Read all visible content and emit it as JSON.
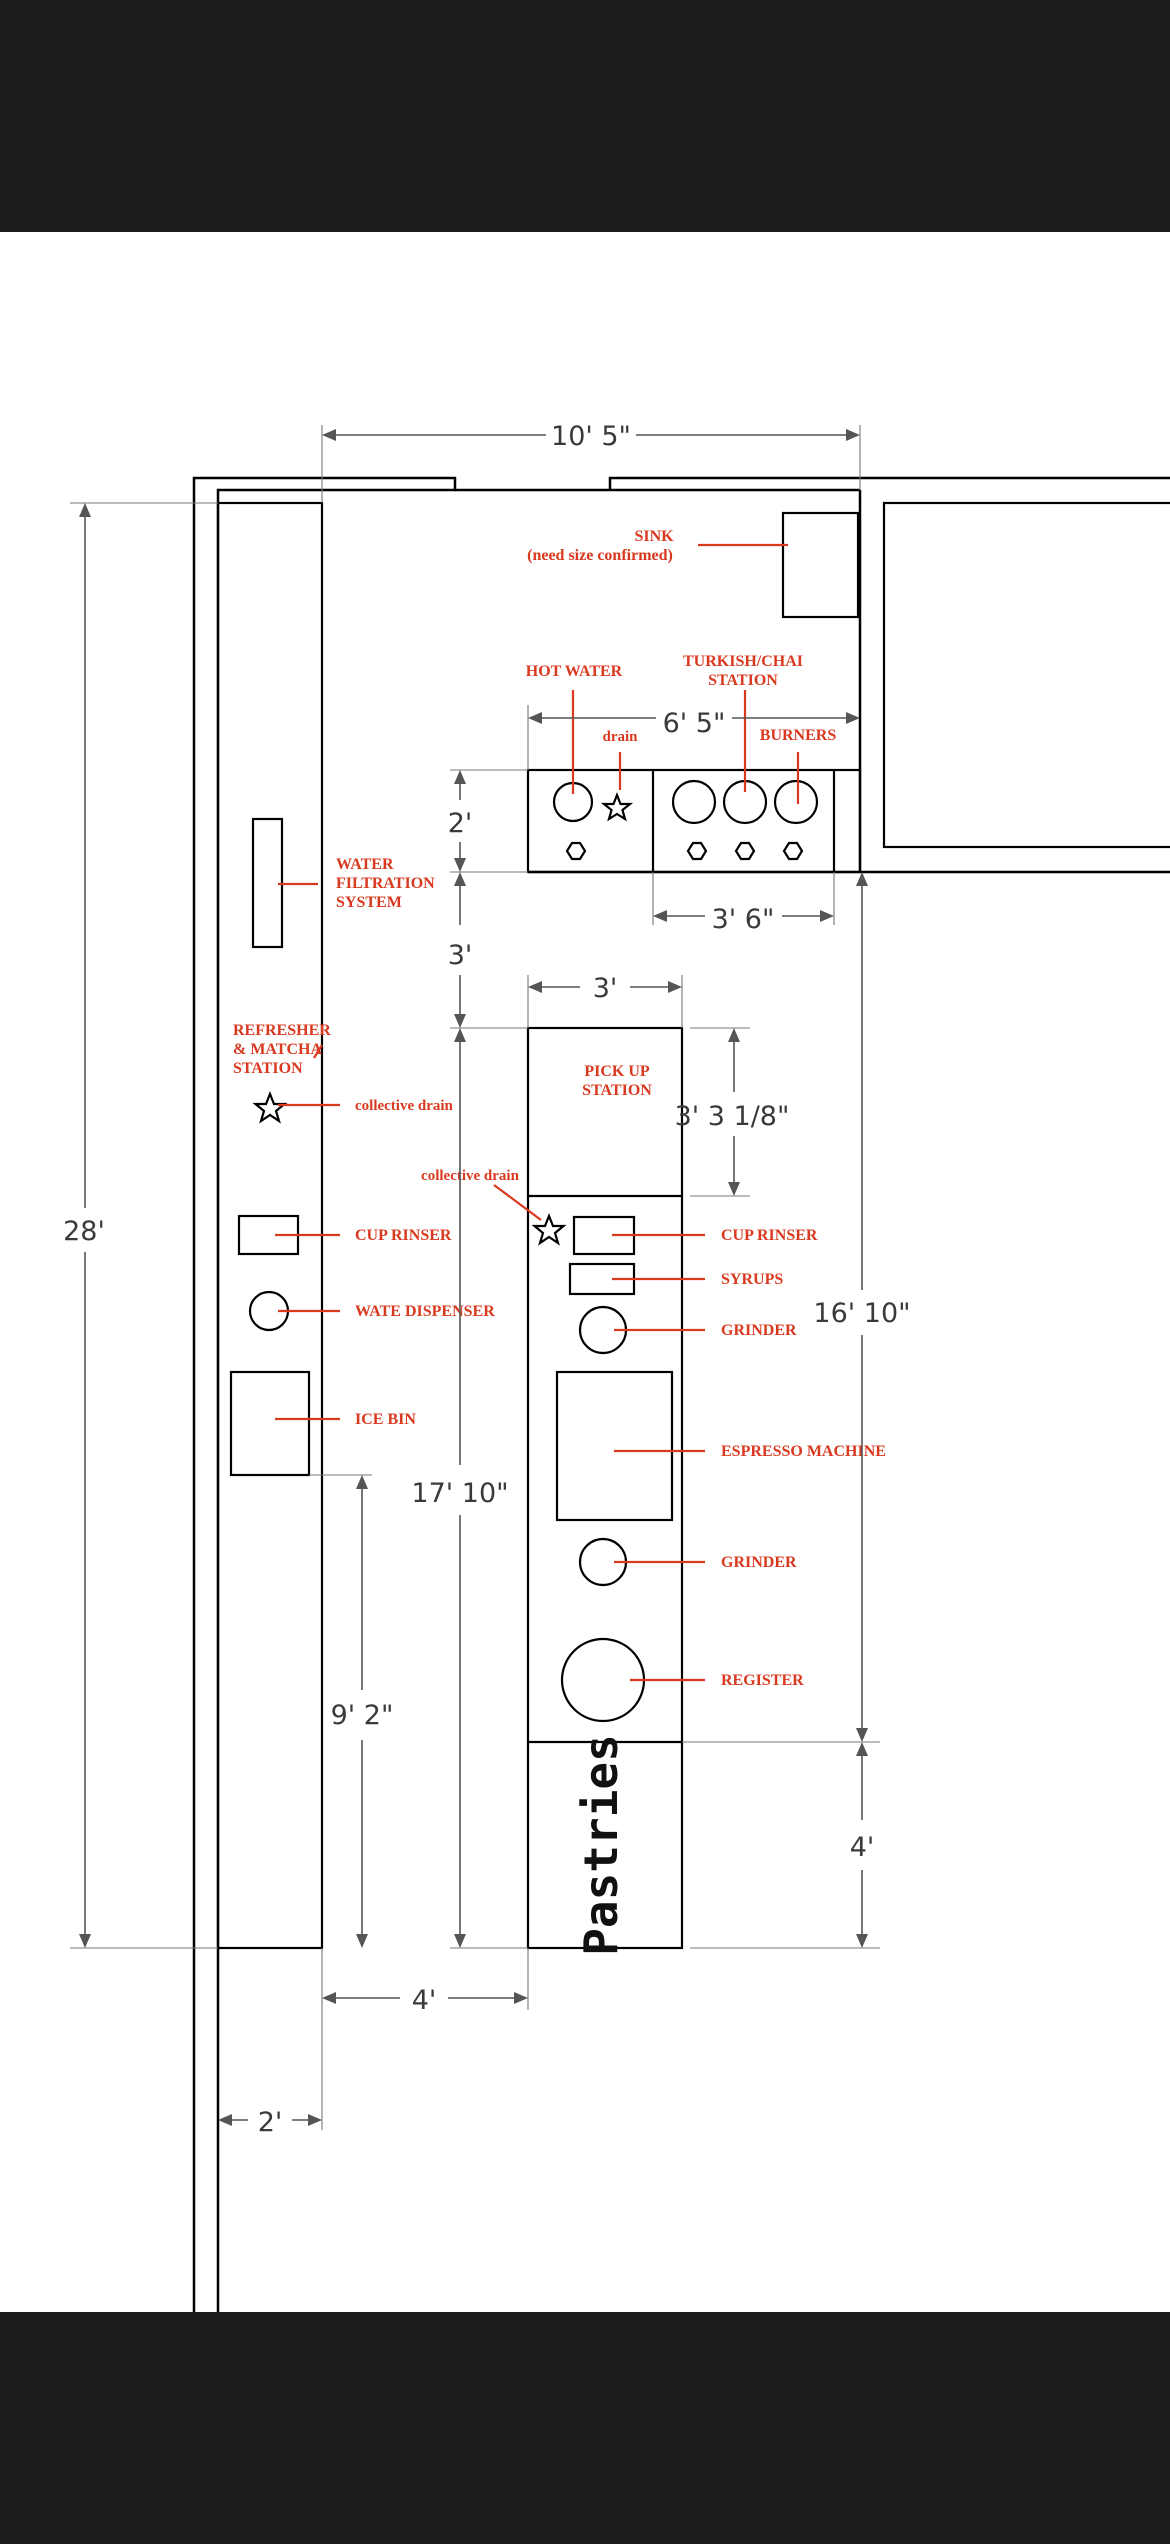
{
  "dimensions": {
    "top_width": "10' 5\"",
    "left_height": "28'",
    "hot_station_width": "6' 5\"",
    "hot_station_depth": "2'",
    "gap_between": "3'",
    "burner_span": "3' 6\"",
    "island_width": "3'",
    "pickup_length": "3' 3 1/8\"",
    "island_length": "17' 10\"",
    "right_run": "16' 10\"",
    "pastry_length": "4'",
    "ice_to_end": "9' 2\"",
    "aisle_width": "4'",
    "back_counter_depth": "2'"
  },
  "labels": {
    "sink_1": "SINK",
    "sink_2": "(need size confirmed)",
    "hot_water": "HOT WATER",
    "drain": "drain",
    "turkish_1": "TURKISH/CHAI",
    "turkish_2": "STATION",
    "burners": "BURNERS",
    "water_filtration_1": "WATER",
    "water_filtration_2": "FILTRATION",
    "water_filtration_3": "SYSTEM",
    "refresher_1": "REFRESHER",
    "refresher_2": "& MATCHA",
    "refresher_3": "STATION",
    "collective_drain_left": "collective drain",
    "collective_drain_island": "collective drain",
    "cup_rinser_left": "CUP RINSER",
    "water_dispenser": "WATE DISPENSER",
    "ice_bin": "ICE BIN",
    "pickup_1": "PICK UP",
    "pickup_2": "STATION",
    "cup_rinser_island": "CUP RINSER",
    "syrups": "SYRUPS",
    "grinder_1": "GRINDER",
    "espresso_machine": "ESPRESSO MACHINE",
    "grinder_2": "GRINDER",
    "register": "REGISTER",
    "pastries": "Pastries"
  },
  "colors": {
    "annotation": "#d9391f",
    "line": "#000000",
    "dimension": "#3a3a3a",
    "frame": "#1c1c1e"
  }
}
